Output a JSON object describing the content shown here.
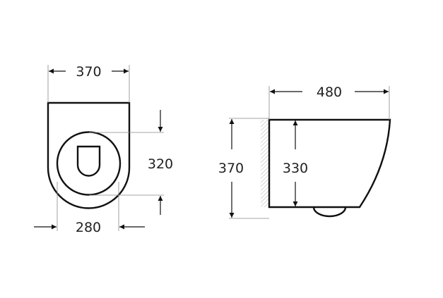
{
  "front_view": {
    "width_label": "370",
    "depth_label": "320",
    "seat_width_label": "280"
  },
  "side_view": {
    "length_label": "480",
    "total_height_label": "370",
    "body_height_label": "330"
  }
}
